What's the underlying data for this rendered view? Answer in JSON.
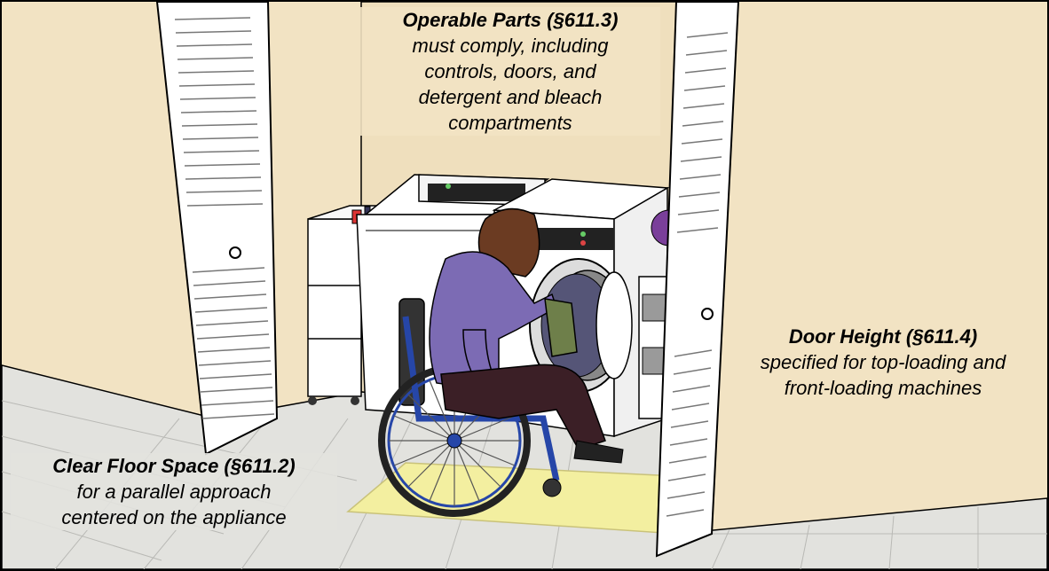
{
  "callouts": {
    "operable_parts": {
      "title": "Operable Parts (§611.3)",
      "body": "must comply, including\ncontrols, doors, and\ndetergent and bleach\ncompartments"
    },
    "door_height": {
      "title": "Door Height (§611.4)",
      "body": "specified for top-loading and\nfront-loading machines"
    },
    "clear_floor_space": {
      "title": "Clear Floor Space (§611.2)",
      "body": "for a parallel approach\ncentered on the appliance"
    }
  },
  "colors": {
    "wall": "#f2e3c3",
    "floor": "#e2e2de",
    "floor_grid": "#b9b9b5",
    "clear_floor_zone": "#f3efa0",
    "appliance": "#ffffff",
    "wheelchair": "#2646a8",
    "shirt": "#7c6bb4",
    "pants": "#3b1f26",
    "hair": "#6b3b22",
    "towel": "#6e7f4a"
  }
}
